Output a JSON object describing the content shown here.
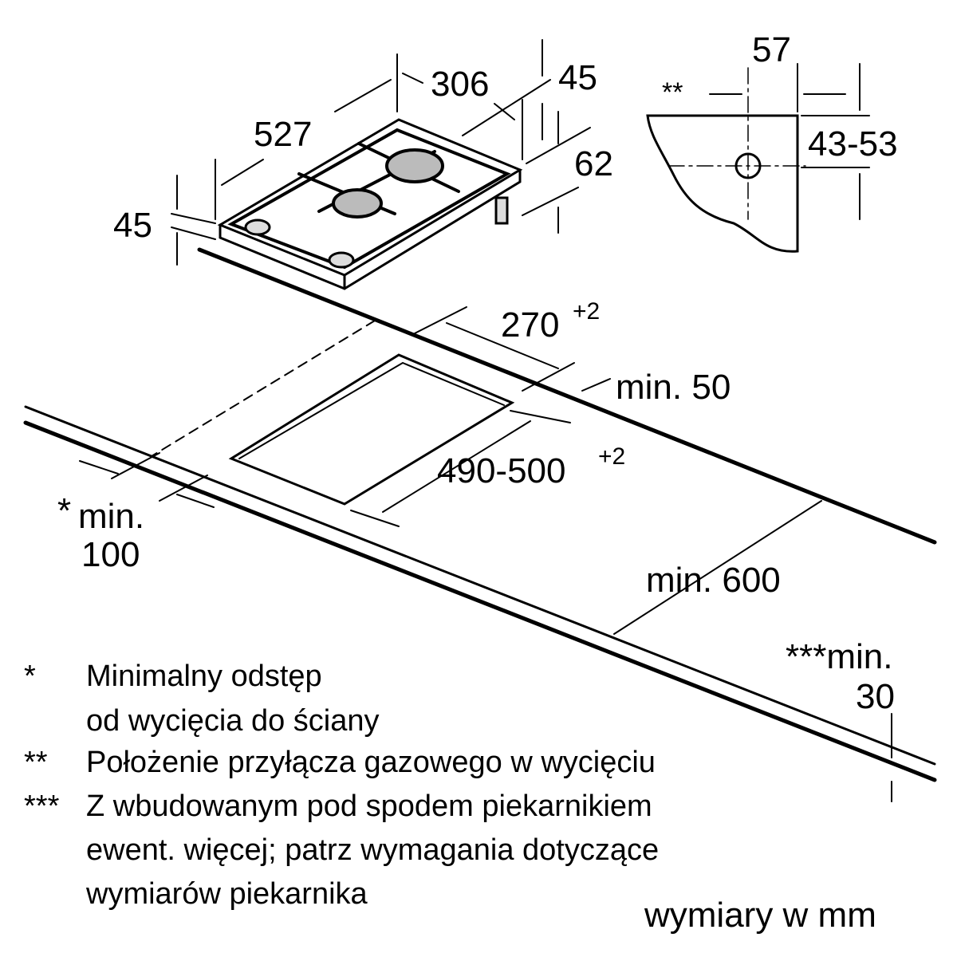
{
  "dimensions": {
    "width_306": "306",
    "depth_527": "527",
    "top_45": "45",
    "left_45": "45",
    "height_62": "62",
    "detail_57": "57",
    "detail_range": "43-53",
    "detail_marker": "**",
    "cutout_width": "270",
    "cutout_width_tol": "+2",
    "cutout_depth": "490-500",
    "cutout_depth_tol": "+2",
    "back_min": "min. 50",
    "side_min_marker": "*",
    "side_min_label": "min.",
    "side_min_value": "100",
    "depth_min": "min. 600",
    "front_min_label": "***min.",
    "front_min_value": "30"
  },
  "notes": [
    {
      "marker": "*",
      "lines": [
        "Minimalny odstęp",
        "od wycięcia do ściany"
      ]
    },
    {
      "marker": "**",
      "lines": [
        "Położenie przyłącza gazowego w wycięciu"
      ]
    },
    {
      "marker": "***",
      "lines": [
        "Z wbudowanym pod spodem piekarnikiem",
        "ewent. więcej; patrz wymagania dotyczące",
        "wymiarów piekarnika"
      ]
    }
  ],
  "units_label": "wymiary w mm"
}
